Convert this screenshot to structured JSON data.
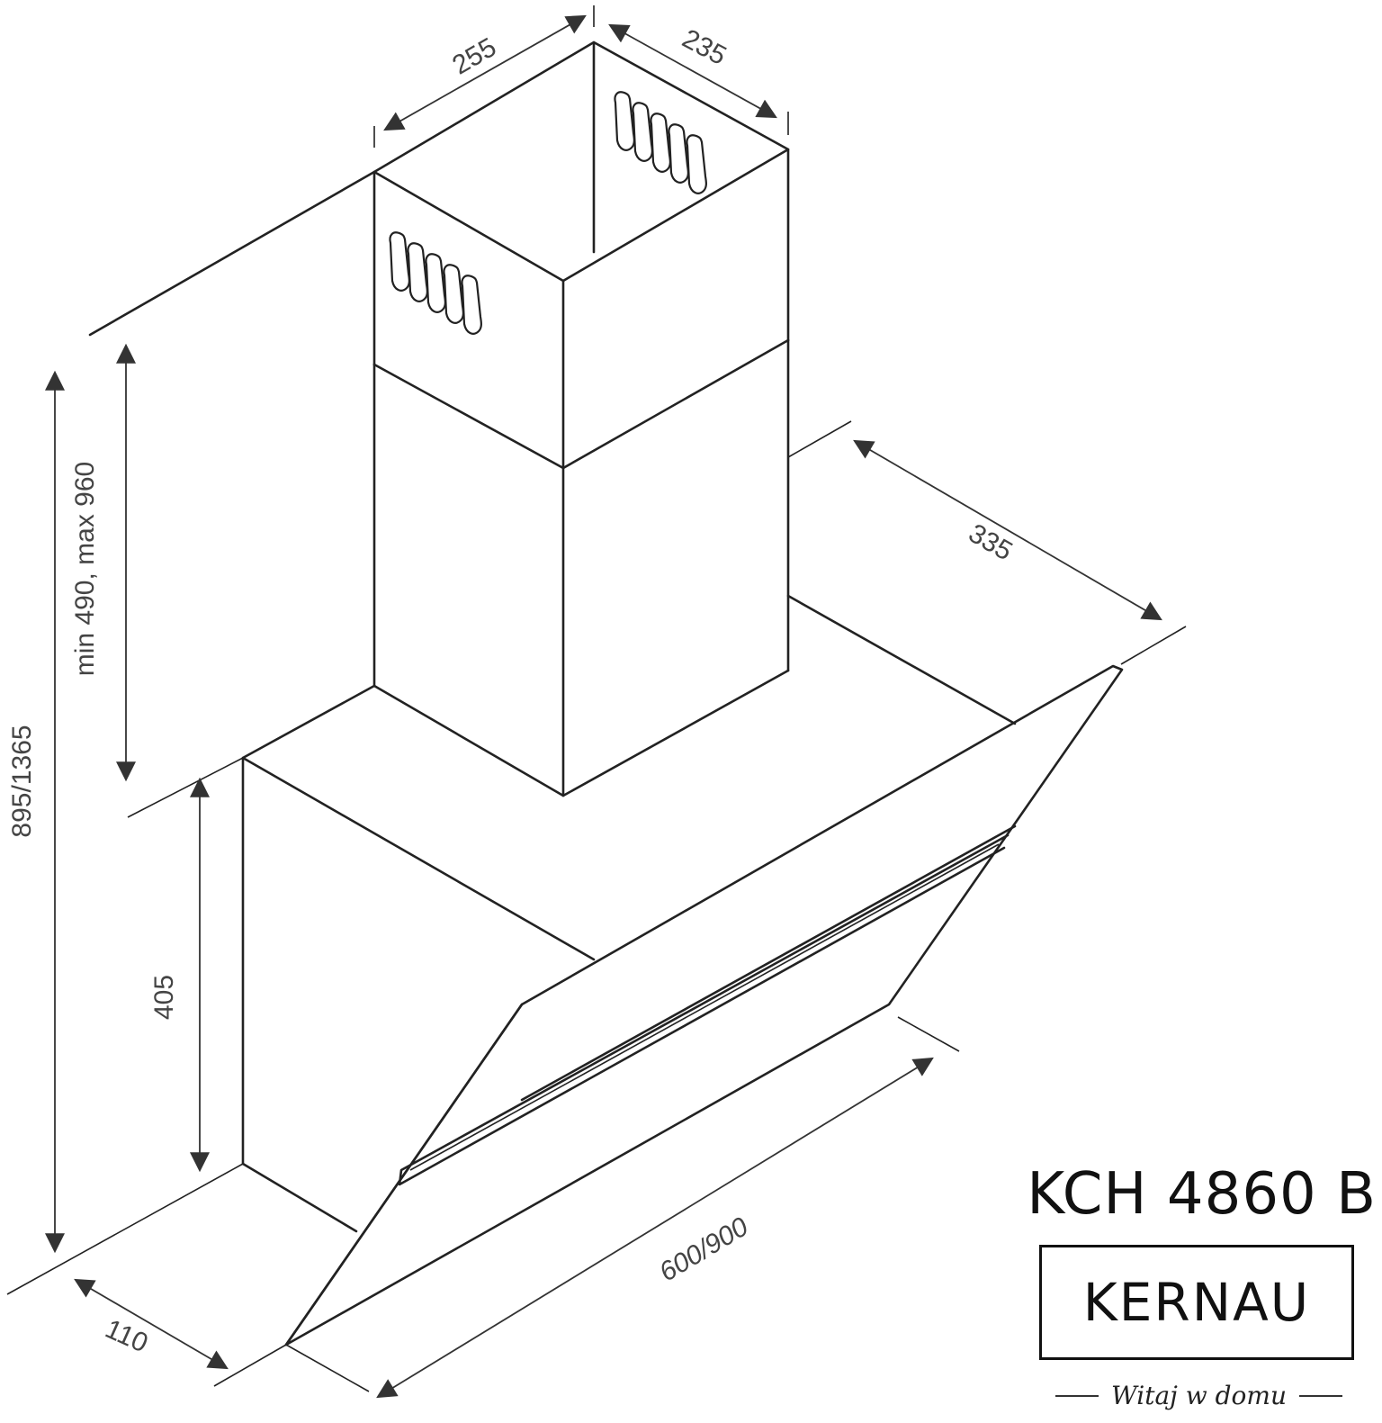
{
  "diagram": {
    "dimensions": {
      "chimney_width": "255",
      "chimney_depth": "235",
      "hood_depth": "335",
      "chimney_height": "min 490, max 960",
      "total_height": "895/1365",
      "body_height": "405",
      "hood_width": "600/900",
      "bottom_depth": "110"
    }
  },
  "brand": {
    "model": "KCH 4860 B",
    "logo": "KERNAU",
    "tagline": "Witaj w domu"
  }
}
